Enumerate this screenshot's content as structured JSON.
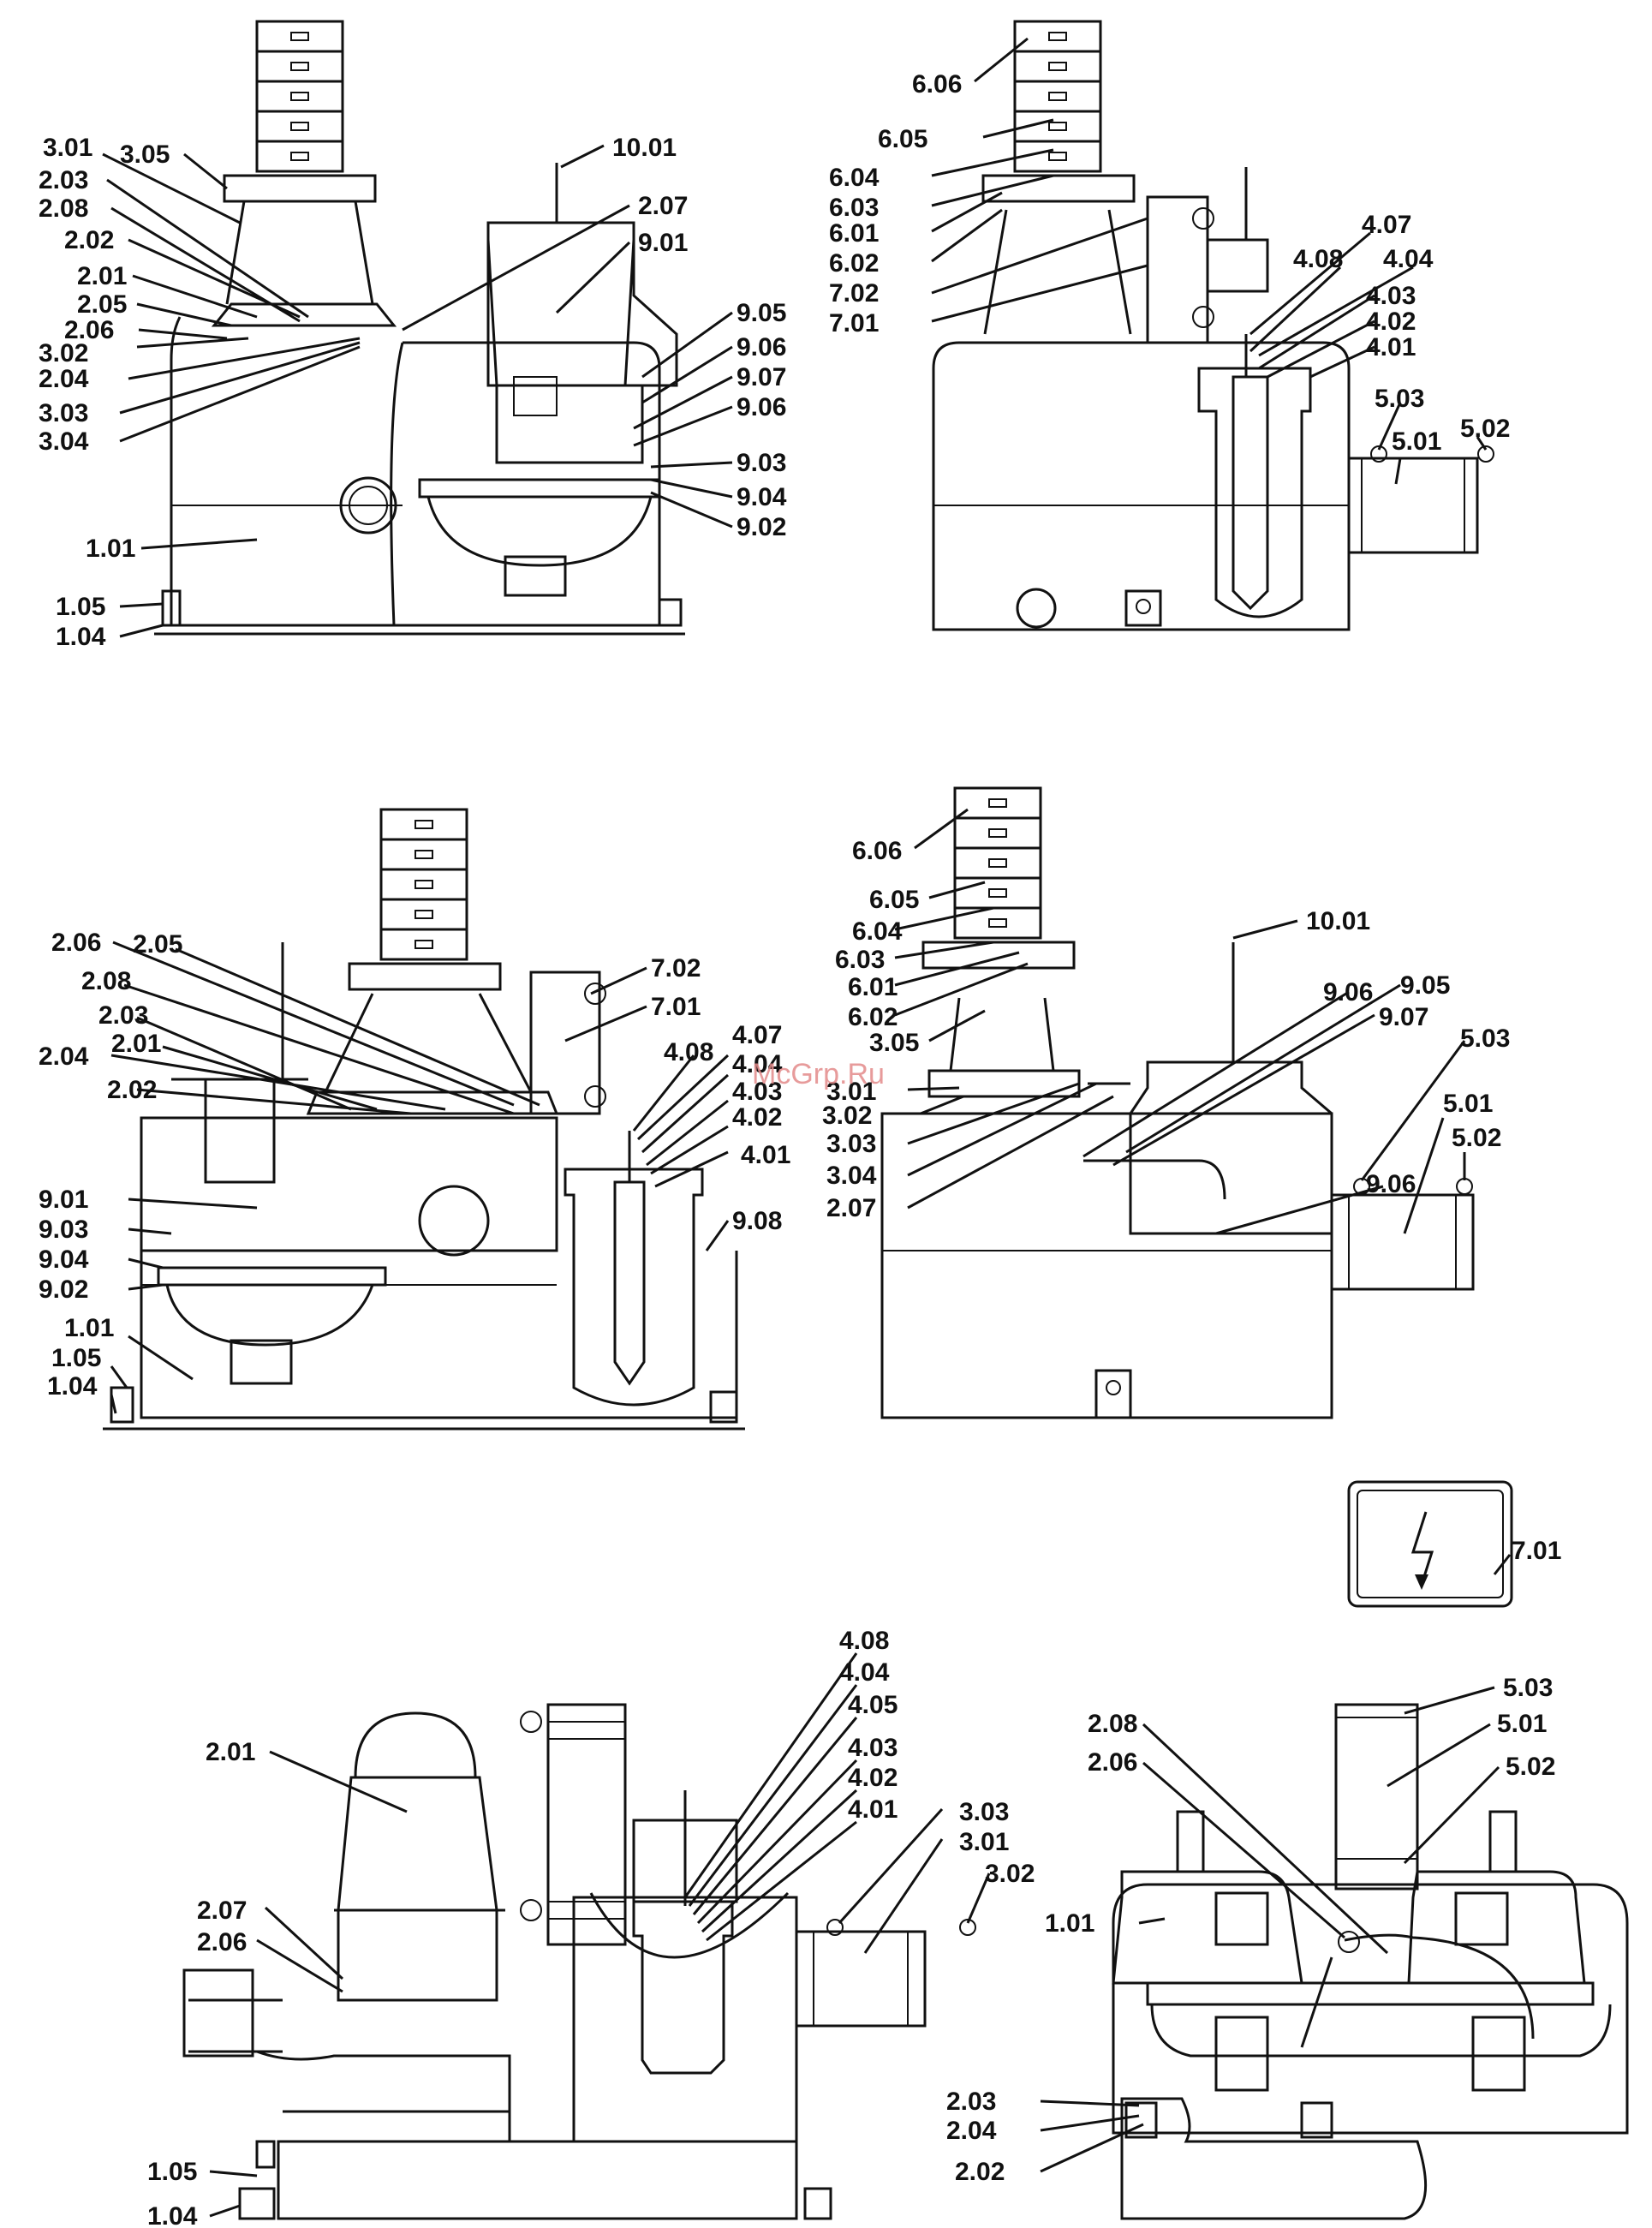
{
  "watermark": "McGrp.Ru",
  "colors": {
    "ink": "#111111",
    "paper": "#ffffff",
    "watermark": "#e38a8a"
  },
  "views": [
    {
      "id": "view-1",
      "labels": [
        "3.01",
        "3.05",
        "10.01",
        "2.03",
        "2.08",
        "2.07",
        "2.02",
        "9.01",
        "2.01",
        "2.05",
        "2.06",
        "3.02",
        "9.05",
        "9.06",
        "2.04",
        "9.07",
        "3.03",
        "9.06",
        "3.04",
        "9.03",
        "9.04",
        "9.02",
        "1.01",
        "1.05",
        "1.04"
      ]
    },
    {
      "id": "view-2",
      "labels": [
        "6.06",
        "6.05",
        "6.04",
        "6.03",
        "6.01",
        "6.02",
        "7.02",
        "7.01",
        "4.07",
        "4.08",
        "4.04",
        "4.03",
        "4.02",
        "4.01",
        "5.03",
        "5.02",
        "5.01"
      ]
    },
    {
      "id": "view-3",
      "labels": [
        "2.06",
        "2.05",
        "2.08",
        "2.03",
        "2.01",
        "2.04",
        "2.02",
        "7.02",
        "7.01",
        "4.08",
        "4.07",
        "4.04",
        "4.03",
        "4.02",
        "4.01",
        "9.01",
        "9.03",
        "9.04",
        "9.02",
        "9.08",
        "1.01",
        "1.05",
        "1.04"
      ]
    },
    {
      "id": "view-4",
      "labels": [
        "6.06",
        "6.05",
        "6.04",
        "6.03",
        "6.01",
        "6.02",
        "10.01",
        "9.06",
        "9.05",
        "9.07",
        "3.05",
        "5.03",
        "3.01",
        "3.02",
        "3.03",
        "3.04",
        "2.07",
        "9.06",
        "5.01",
        "5.02"
      ]
    },
    {
      "id": "view-5",
      "labels": [
        "7.01"
      ]
    },
    {
      "id": "view-6",
      "labels": [
        "4.08",
        "4.04",
        "4.05",
        "4.03",
        "4.02",
        "4.01",
        "2.01",
        "3.03",
        "3.01",
        "3.02",
        "2.07",
        "2.06",
        "1.05",
        "1.04"
      ]
    },
    {
      "id": "view-7",
      "labels": [
        "5.03",
        "2.08",
        "5.01",
        "2.06",
        "5.02",
        "1.01",
        "2.03",
        "2.04",
        "2.02"
      ]
    }
  ]
}
